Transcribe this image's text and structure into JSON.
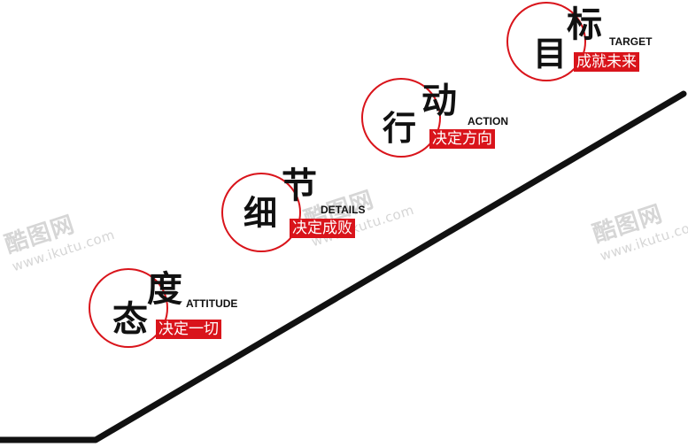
{
  "watermark": {
    "brand": "酷图网",
    "site": "www.ikutu.com"
  },
  "steps": [
    {
      "title_1": "态",
      "title_2": "度",
      "english": "ATTITUDE",
      "slogan": "决定一切"
    },
    {
      "title_1": "细",
      "title_2": "节",
      "english": "DETAILS",
      "slogan": "决定成败"
    },
    {
      "title_1": "行",
      "title_2": "动",
      "english": "ACTION",
      "slogan": "决定方向"
    },
    {
      "title_1": "目",
      "title_2": "标",
      "english": "TARGET",
      "slogan": "成就未来"
    }
  ],
  "colors": {
    "accent": "#d9141b",
    "line": "#111111"
  }
}
